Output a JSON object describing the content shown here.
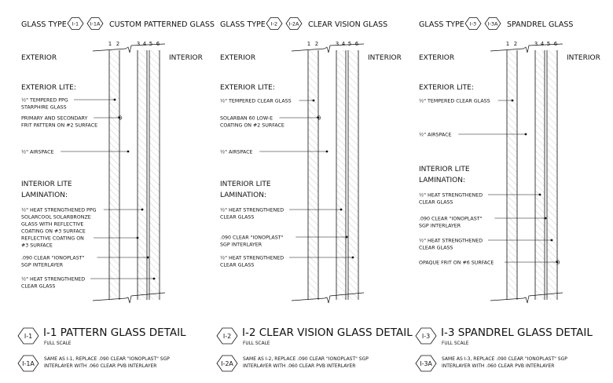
{
  "glass_type_label": "GLASS TYPE",
  "exterior_label": "EXTERIOR",
  "interior_label": "INTERIOR",
  "exterior_lite_label": "EXTERIOR LITE:",
  "interior_lite_label": "INTERIOR LITE",
  "lamination_label": "LAMINATION:",
  "surface_numbers": [
    "1",
    "2",
    "3",
    "4",
    "5",
    "6"
  ],
  "full_scale_label": "FULL SCALE",
  "colors": {
    "line": "#111111",
    "hatch": "#9a9a9a"
  },
  "panels": [
    {
      "tags": [
        "I-1",
        "I-1A"
      ],
      "type_name": "CUSTOM PATTERNED GLASS",
      "exterior_items": [
        {
          "lines": [
            "½\" TEMPERED PPG",
            "STARPHIRE GLASS"
          ],
          "target": "lite1"
        },
        {
          "lines": [
            "PRIMARY AND SECONDARY",
            "FRIT PATTERN ON #2 SURFACE"
          ],
          "target": "surf2"
        },
        {
          "lines": [
            "½\" AIRSPACE"
          ],
          "target": "air"
        }
      ],
      "interior_items": [
        {
          "lines": [
            "½\" HEAT STRENGTHENED PPG",
            "SOLARCOOL SOLARBRONZE",
            "GLASS WITH REFLECTIVE",
            "COATING ON #3 SURFACE"
          ],
          "target": "lite2"
        },
        {
          "lines": [
            "REFLECTIVE COATING ON",
            "#3 SURFACE"
          ],
          "target": "surf3"
        },
        {
          "lines": [
            ".090 CLEAR \"IONOPLAST\"",
            "SGP INTERLAYER"
          ],
          "target": "inter"
        },
        {
          "lines": [
            "½\" HEAT STRENGTHENED",
            "CLEAR GLASS"
          ],
          "target": "lite3"
        }
      ],
      "detail_title": "I-1 PATTERN GLASS DETAIL",
      "alt_note": [
        "SAME AS I-1, REPLACE .090 CLEAR \"IONOPLAST\" SGP",
        "INTERLAYER WITH .060 CLEAR PVB INTERLAYER"
      ]
    },
    {
      "tags": [
        "I-2",
        "I-2A"
      ],
      "type_name": "CLEAR VISION GLASS",
      "exterior_items": [
        {
          "lines": [
            "½\" TEMPERED CLEAR GLASS"
          ],
          "target": "lite1"
        },
        {
          "lines": [
            "SOLARBAN 60 LOW-E",
            "COATING ON #2 SURFACE"
          ],
          "target": "surf2"
        },
        {
          "lines": [
            "½\" AIRSPACE"
          ],
          "target": "air"
        }
      ],
      "interior_items": [
        {
          "lines": [
            "½\" HEAT STRENGTHENED",
            "CLEAR GLASS"
          ],
          "target": "lite2"
        },
        {
          "lines": [
            ".090 CLEAR \"IONOPLAST\"",
            "SGP INTERLAYER"
          ],
          "target": "inter"
        },
        {
          "lines": [
            "½\" HEAT STRENGTHENED",
            "CLEAR GLASS"
          ],
          "target": "lite3"
        }
      ],
      "detail_title": "I-2 CLEAR VISION GLASS DETAIL",
      "alt_note": [
        "SAME AS I-2, REPLACE .090 CLEAR \"IONOPLAST\" SGP",
        "INTERLAYER WITH .060 CLEAR PVB INTERLAYER"
      ]
    },
    {
      "tags": [
        "I-3",
        "I-3A"
      ],
      "type_name": "SPANDREL GLASS",
      "exterior_items": [
        {
          "lines": [
            "½\" TEMPERED CLEAR GLASS"
          ],
          "target": "lite1"
        },
        {
          "lines": [
            "½\" AIRSPACE"
          ],
          "target": "air"
        }
      ],
      "interior_items": [
        {
          "lines": [
            "½\" HEAT STRENGTHENED",
            "CLEAR GLASS"
          ],
          "target": "lite2"
        },
        {
          "lines": [
            ".090 CLEAR \"IONOPLAST\"",
            "SGP INTERLAYER"
          ],
          "target": "inter"
        },
        {
          "lines": [
            "½\" HEAT STRENGTHENED",
            "CLEAR GLASS"
          ],
          "target": "lite3"
        },
        {
          "lines": [
            "OPAQUE FRIT ON #6 SURFACE"
          ],
          "target": "surf6"
        }
      ],
      "detail_title": "I-3 SPANDREL GLASS DETAIL",
      "alt_note": [
        "SAME AS I-3, REPLACE .090 CLEAR \"IONOPLAST\" SGP",
        "INTERLAYER WITH .060 CLEAR PVB INTERLAYER"
      ]
    }
  ]
}
